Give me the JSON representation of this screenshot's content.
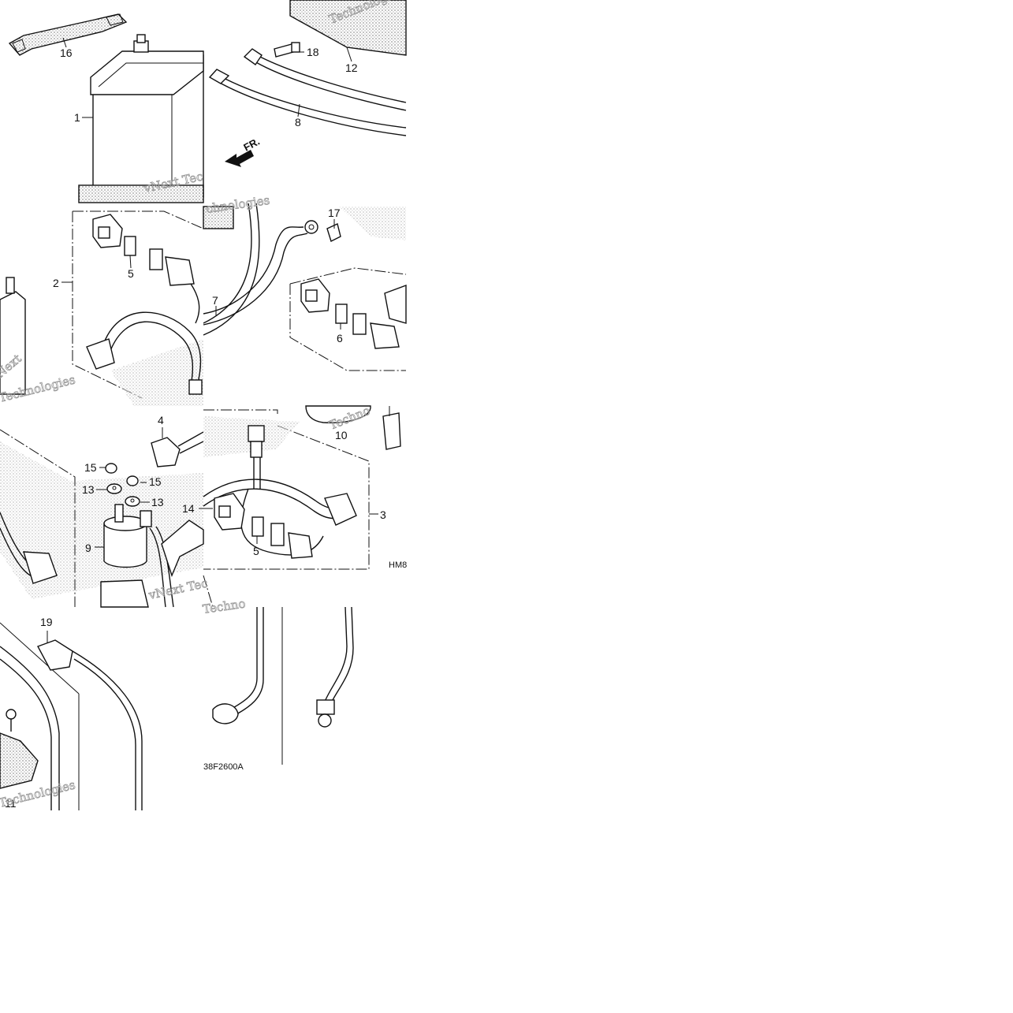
{
  "diagram": {
    "callouts": [
      "1",
      "2",
      "3",
      "4",
      "5",
      "5",
      "6",
      "7",
      "8",
      "9",
      "10",
      "11",
      "12",
      "13",
      "13",
      "14",
      "15",
      "15",
      "16",
      "17",
      "18",
      "19"
    ],
    "front_label": "FR.",
    "codes": [
      "HM8",
      "38F2600A"
    ],
    "watermark": {
      "a": "vNext Tec",
      "b": "Technologies",
      "c": "Techno",
      "d": "Technologies",
      "e": "Next",
      "f": "chnologies",
      "g": "vNext Tec",
      "h": "Technologies",
      "i": "Techno"
    }
  }
}
